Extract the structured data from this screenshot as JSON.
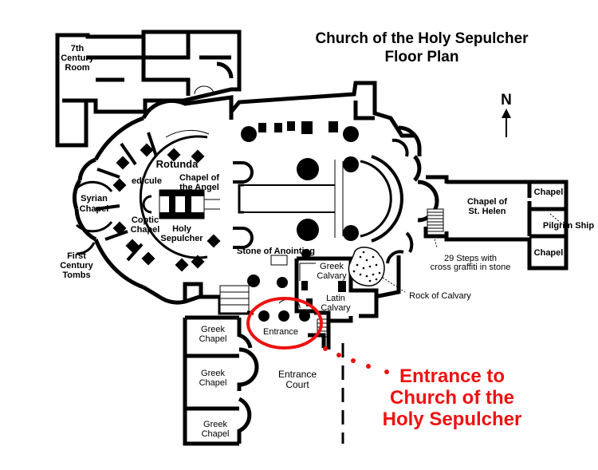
{
  "title": {
    "line1": "Church of the Holy Sepulcher",
    "line2": "Floor Plan"
  },
  "north": {
    "letter": "N"
  },
  "labels": {
    "seventh_century_room": [
      "7th",
      "Century",
      "Room"
    ],
    "rotunda": "Rotunda",
    "edicule": "edicule",
    "chapel_of_angel": [
      "Chapel of",
      "the Angel"
    ],
    "syrian_chapel": [
      "Syrian",
      "Chapel"
    ],
    "coptic_chapel": [
      "Coptic",
      "Chapel"
    ],
    "holy_sepulcher": [
      "Holy",
      "Sepulcher"
    ],
    "first_century_tombs": [
      "First",
      "Century",
      "Tombs"
    ],
    "stone_of_anointing": "Stone of Anointing",
    "greek_calvary": [
      "Greek",
      "Calvary"
    ],
    "latin_calvary": [
      "Latin",
      "Calvary"
    ],
    "rock_of_calvary": "Rock of Calvary",
    "steps": [
      "29 Steps with",
      "cross graffiti in stone"
    ],
    "chapel_of_st_helen": [
      "Chapel of",
      "St. Helen"
    ],
    "chapel_top": "Chapel",
    "pilgrim_ship": "Pilgrim Ship",
    "chapel_bottom": "Chapel",
    "entrance": "Entrance",
    "greek_chapel_1": [
      "Greek",
      "Chapel"
    ],
    "greek_chapel_2": [
      "Greek",
      "Chapel"
    ],
    "greek_chapel_3": [
      "Greek",
      "Chapel"
    ],
    "entrance_court": [
      "Entrance",
      "Court"
    ]
  },
  "callout": {
    "lines": [
      "Entrance to",
      "Church of the",
      "Holy Sepulcher"
    ],
    "color": "#ee1111"
  }
}
